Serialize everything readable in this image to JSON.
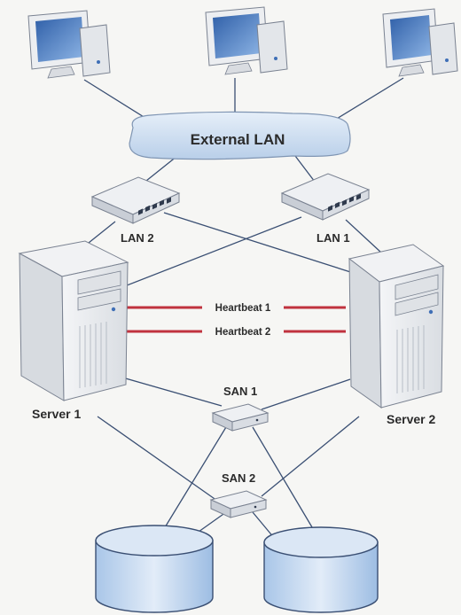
{
  "diagram": {
    "external_lan_label": "External LAN",
    "lan1_label": "LAN 1",
    "lan2_label": "LAN 2",
    "server1_label": "Server 1",
    "server2_label": "Server 2",
    "heartbeat1_label": "Heartbeat 1",
    "heartbeat2_label": "Heartbeat 2",
    "san1_label": "SAN 1",
    "san2_label": "SAN 2"
  },
  "colors": {
    "link": "#3a4f73",
    "heartbeat": "#c0323e",
    "cloud_fill": "#cfe0f3",
    "cloud_stroke": "#7f95b3",
    "device_body": "#e9ebee",
    "device_shade": "#c7ccd3",
    "screen": "#3f6fb6",
    "disk": "#bcd4ee"
  }
}
